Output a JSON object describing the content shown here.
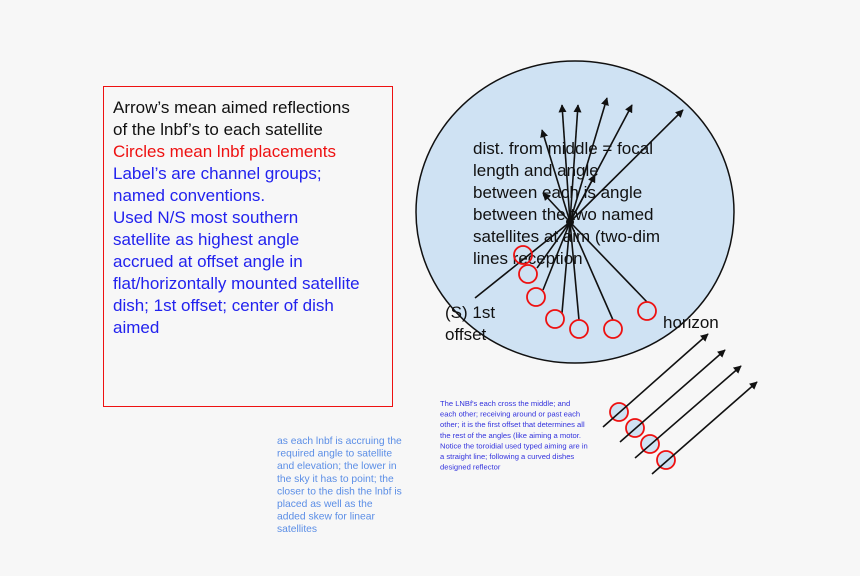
{
  "colors": {
    "black": "#111111",
    "red": "#ee1111",
    "blue": "#2222ee",
    "small_blue": "#3333dd",
    "light_blue_text": "#5b8ee6",
    "dish_fill": "#cfe2f3",
    "box_border": "#ee1111"
  },
  "legend_box": {
    "lines": [
      {
        "text": "Arrow’s mean aimed reflections",
        "color": "black"
      },
      {
        "text": "of the lnbf’s to each satellite",
        "color": "black"
      },
      {
        "text": "Circles mean lnbf placements",
        "color": "red"
      },
      {
        "text": "Label’s are channel groups;",
        "color": "blue"
      },
      {
        "text": "named conventions.",
        "color": "blue"
      },
      {
        "text": "Used N/S most southern",
        "color": "blue"
      },
      {
        "text": "satellite as highest angle",
        "color": "blue"
      },
      {
        "text": "accrued at offset angle in",
        "color": "blue"
      },
      {
        "text": "flat/horizontally mounted satellite",
        "color": "blue"
      },
      {
        "text": "dish; 1st offset; center of dish",
        "color": "blue"
      },
      {
        "text": "aimed",
        "color": "blue"
      }
    ]
  },
  "dish": {
    "label_lines": [
      "dist. from middle = focal",
      "length and angle",
      "between each is angle",
      "between the two named",
      "satellites at aim (two-dim",
      "lines   reception"
    ],
    "offset_label": [
      "(S) 1st",
      "offset"
    ],
    "horizon_label": "horizon"
  },
  "note_small": [
    "The LNBf's each cross the middle; and",
    "each other; receiving around or past each",
    "other; it is the first offset that determines all",
    "the rest of the angles (like aiming a motor.",
    "Notice the toroidial used typed aiming are in",
    "a straight line; following a curved dishes",
    "designed reflector"
  ],
  "note_light": [
    "as each lnbf is accruing the",
    "required angle to satellite",
    "and elevation; the lower in",
    "the sky it has to point; the",
    "closer to the dish the lnbf is",
    "placed as well as the",
    "added skew for linear",
    "satellites"
  ]
}
